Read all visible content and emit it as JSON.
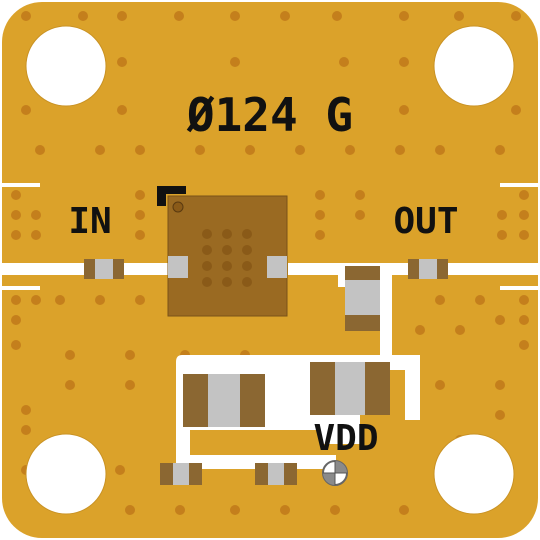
{
  "board": {
    "part_label": "Ø124 G",
    "in_label": "IN",
    "out_label": "OUT",
    "vdd_label": "VDD"
  },
  "colors": {
    "board": "#dba22a",
    "board_dark": "#c99224",
    "via": "#c47f1c",
    "trace": "#ffffff",
    "hole": "#ffffff",
    "ic_body": "#9a6a22",
    "ic_dot": "#8a5a18",
    "cap_end": "#8b6732",
    "cap_mid": "#c3c3c3",
    "silk": "#111111"
  },
  "icons": {
    "pin1_marker": "pin1-marker-icon",
    "ground_symbol": "ground-terminal-icon"
  }
}
